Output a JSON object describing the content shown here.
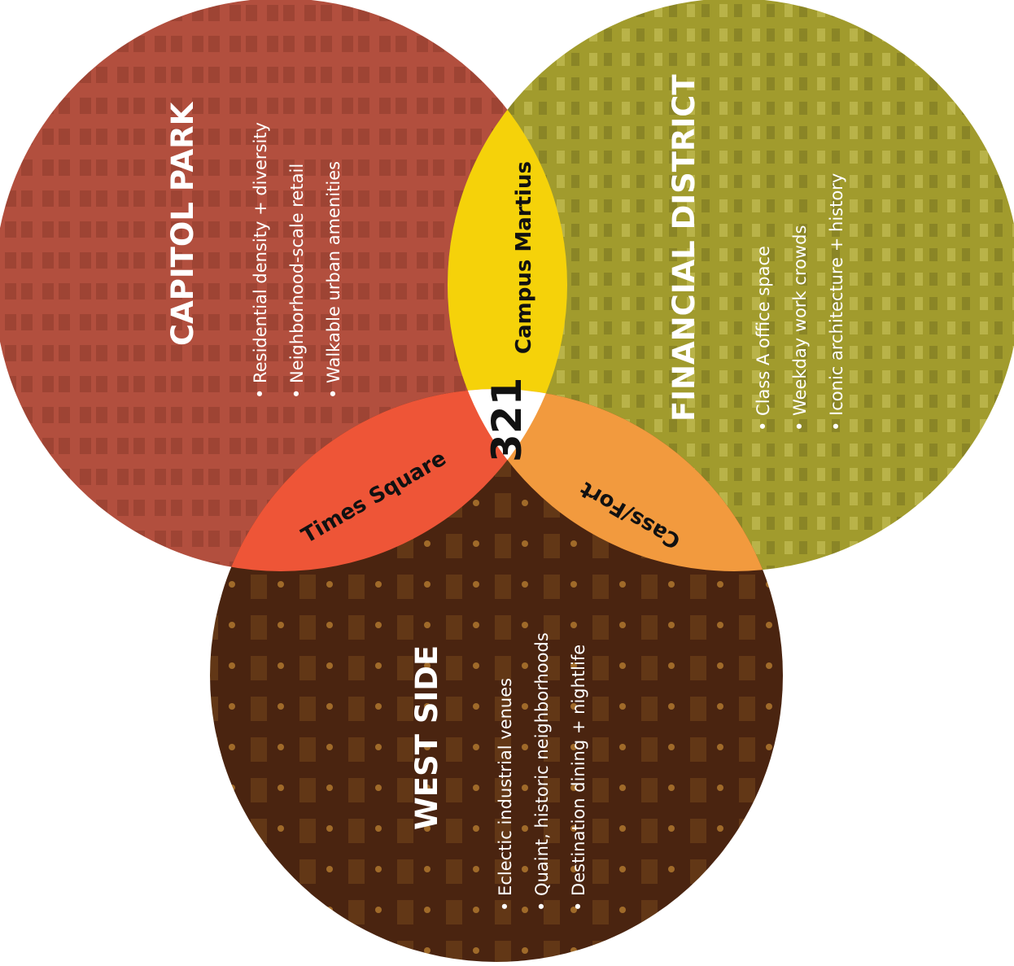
{
  "colors": {
    "capitol_park": "#b24f3e",
    "financial_district": "#9c9628",
    "west_side": "#4a2410",
    "campus_martius": "#f5d20a",
    "times_square": "#ee5537",
    "cass_fort": "#f29a3e",
    "center": "#ffffff"
  },
  "districts": {
    "capitol_park": {
      "title": "CAPITOL PARK",
      "bullets": [
        "• Residential density + diversity",
        "• Neighborhood-scale retail",
        "• Walkable urban amenities"
      ]
    },
    "financial_district": {
      "title": "FINANCIAL DISTRICT",
      "bullets": [
        "• Class A office space",
        "• Weekday work crowds",
        "• Iconic architecture + history"
      ]
    },
    "west_side": {
      "title": "WEST SIDE",
      "bullets": [
        "• Eclectic industrial venues",
        "• Quaint, historic neighborhoods",
        "• Destination dining + nightlife"
      ]
    }
  },
  "overlaps": {
    "campus_martius": "Campus Martius",
    "times_square": "Times Square",
    "cass_fort": "Cass/Fort"
  },
  "center": {
    "label": "321"
  }
}
